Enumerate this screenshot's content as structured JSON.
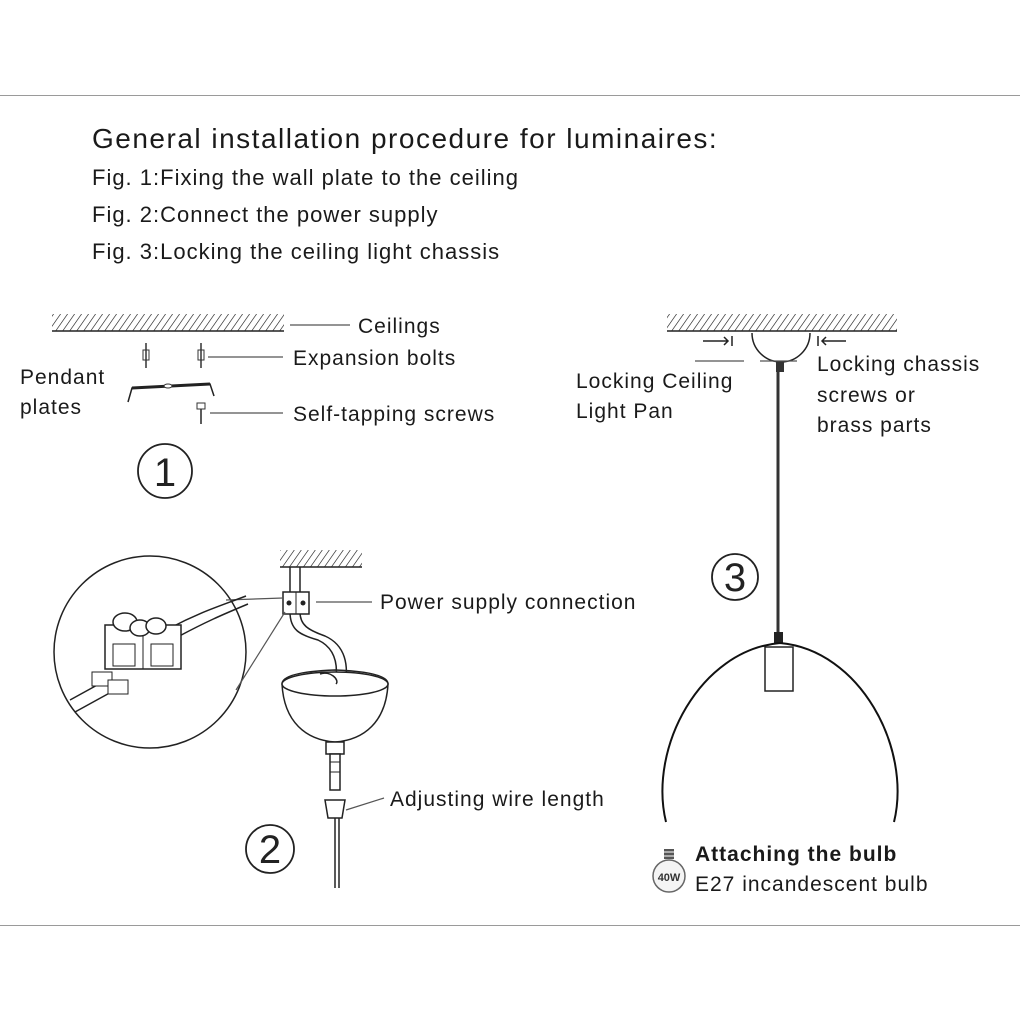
{
  "header": {
    "title": "General installation procedure for luminaires:",
    "steps": [
      "Fig. 1:Fixing the wall plate to the ceiling",
      "Fig. 2:Connect the power supply",
      "Fig. 3:Locking the ceiling light chassis"
    ]
  },
  "fig1": {
    "number": "1",
    "labels": {
      "ceilings": "Ceilings",
      "expansion_bolts": "Expansion bolts",
      "pendant_plates_1": "Pendant",
      "pendant_plates_2": "plates",
      "self_tapping_screws": "Self-tapping screws"
    }
  },
  "fig2": {
    "number": "2",
    "labels": {
      "power_supply_connection": "Power supply connection",
      "adjusting_wire_length": "Adjusting wire length"
    }
  },
  "fig3": {
    "number": "3",
    "labels": {
      "locking_ceiling_light_pan_1": "Locking Ceiling",
      "locking_ceiling_light_pan_2": "Light Pan",
      "locking_chassis_1": "Locking chassis",
      "locking_chassis_2": "screws or",
      "locking_chassis_3": "brass parts",
      "attaching_bulb": "Attaching the bulb",
      "bulb_type": "E27 incandescent bulb",
      "bulb_wattage": "40W"
    }
  }
}
